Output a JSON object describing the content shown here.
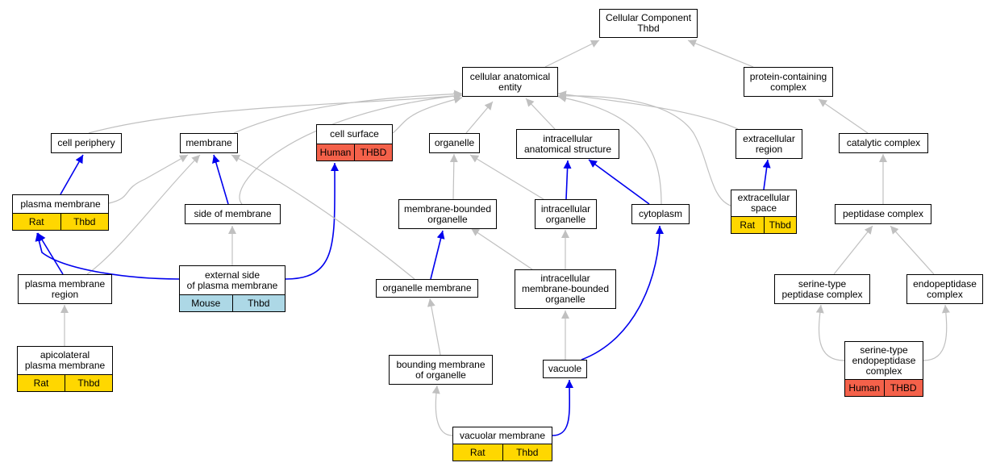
{
  "nodes": {
    "root": {
      "label": "Cellular Component\nThbd"
    },
    "cae": {
      "label": "cellular anatomical\nentity"
    },
    "pcc": {
      "label": "protein-containing\ncomplex"
    },
    "cp": {
      "label": "cell periphery"
    },
    "mem": {
      "label": "membrane"
    },
    "cs": {
      "label": "cell surface",
      "annotation": [
        "Human",
        "THBD"
      ]
    },
    "org": {
      "label": "organelle"
    },
    "ias": {
      "label": "intracellular\nanatomical structure"
    },
    "ecr": {
      "label": "extracellular\nregion"
    },
    "cc": {
      "label": "catalytic complex"
    },
    "pm": {
      "label": "plasma membrane",
      "annotation": [
        "Rat",
        "Thbd"
      ]
    },
    "som": {
      "label": "side of membrane"
    },
    "mbo": {
      "label": "membrane-bounded\norganelle"
    },
    "io": {
      "label": "intracellular\norganelle"
    },
    "cyto": {
      "label": "cytoplasm"
    },
    "ecs": {
      "label": "extracellular\nspace",
      "annotation": [
        "Rat",
        "Thbd"
      ]
    },
    "pc": {
      "label": "peptidase complex"
    },
    "pmr": {
      "label": "plasma membrane\nregion"
    },
    "espm": {
      "label": "external side\nof plasma membrane",
      "annotation": [
        "Mouse",
        "Thbd"
      ]
    },
    "om": {
      "label": "organelle membrane"
    },
    "imbo": {
      "label": "intracellular\nmembrane-bounded\norganelle"
    },
    "stpc": {
      "label": "serine-type\npeptidase complex"
    },
    "epc": {
      "label": "endopeptidase\ncomplex"
    },
    "apm": {
      "label": "apicolateral\nplasma membrane",
      "annotation": [
        "Rat",
        "Thbd"
      ]
    },
    "bmo": {
      "label": "bounding membrane\nof organelle"
    },
    "vac": {
      "label": "vacuole"
    },
    "stepc": {
      "label": "serine-type\nendopeptidase\ncomplex",
      "annotation": [
        "Human",
        "THBD"
      ]
    },
    "vm": {
      "label": "vacuolar membrane",
      "annotation": [
        "Rat",
        "Thbd"
      ]
    }
  },
  "edges": [
    {
      "from": "cae",
      "to": "root",
      "kind": "is_a"
    },
    {
      "from": "pcc",
      "to": "root",
      "kind": "is_a"
    },
    {
      "from": "cp",
      "to": "cae",
      "kind": "is_a"
    },
    {
      "from": "mem",
      "to": "cae",
      "kind": "is_a"
    },
    {
      "from": "cs",
      "to": "cae",
      "kind": "is_a"
    },
    {
      "from": "org",
      "to": "cae",
      "kind": "is_a"
    },
    {
      "from": "ias",
      "to": "cae",
      "kind": "is_a"
    },
    {
      "from": "ecr",
      "to": "cae",
      "kind": "is_a"
    },
    {
      "from": "cyto",
      "to": "cae",
      "kind": "is_a"
    },
    {
      "from": "som",
      "to": "cae",
      "kind": "is_a"
    },
    {
      "from": "ecs",
      "to": "cae",
      "kind": "is_a"
    },
    {
      "from": "cc",
      "to": "pcc",
      "kind": "is_a"
    },
    {
      "from": "pm",
      "to": "cp",
      "kind": "part_of"
    },
    {
      "from": "pm",
      "to": "mem",
      "kind": "is_a"
    },
    {
      "from": "som",
      "to": "mem",
      "kind": "part_of"
    },
    {
      "from": "mbo",
      "to": "org",
      "kind": "is_a"
    },
    {
      "from": "io",
      "to": "org",
      "kind": "is_a"
    },
    {
      "from": "io",
      "to": "ias",
      "kind": "part_of"
    },
    {
      "from": "cyto",
      "to": "ias",
      "kind": "part_of"
    },
    {
      "from": "ecs",
      "to": "ecr",
      "kind": "part_of"
    },
    {
      "from": "pc",
      "to": "cc",
      "kind": "is_a"
    },
    {
      "from": "pmr",
      "to": "pm",
      "kind": "part_of"
    },
    {
      "from": "pmr",
      "to": "mem",
      "kind": "is_a"
    },
    {
      "from": "espm",
      "to": "pm",
      "kind": "part_of"
    },
    {
      "from": "espm",
      "to": "som",
      "kind": "is_a"
    },
    {
      "from": "espm",
      "to": "cs",
      "kind": "part_of"
    },
    {
      "from": "om",
      "to": "mem",
      "kind": "is_a"
    },
    {
      "from": "om",
      "to": "mbo",
      "kind": "part_of"
    },
    {
      "from": "imbo",
      "to": "mbo",
      "kind": "is_a"
    },
    {
      "from": "imbo",
      "to": "io",
      "kind": "is_a"
    },
    {
      "from": "stpc",
      "to": "pc",
      "kind": "is_a"
    },
    {
      "from": "epc",
      "to": "pc",
      "kind": "is_a"
    },
    {
      "from": "apm",
      "to": "pmr",
      "kind": "is_a"
    },
    {
      "from": "bmo",
      "to": "om",
      "kind": "is_a"
    },
    {
      "from": "vac",
      "to": "imbo",
      "kind": "is_a"
    },
    {
      "from": "vac",
      "to": "cyto",
      "kind": "part_of"
    },
    {
      "from": "stepc",
      "to": "stpc",
      "kind": "is_a"
    },
    {
      "from": "stepc",
      "to": "epc",
      "kind": "is_a"
    },
    {
      "from": "vm",
      "to": "bmo",
      "kind": "is_a"
    },
    {
      "from": "vm",
      "to": "vac",
      "kind": "part_of"
    }
  ],
  "colors": {
    "is_a": "#c0c0c0",
    "part_of": "#0000ee",
    "Human": "#f4614a",
    "Rat": "#ffd700",
    "Mouse": "#add8e6"
  }
}
